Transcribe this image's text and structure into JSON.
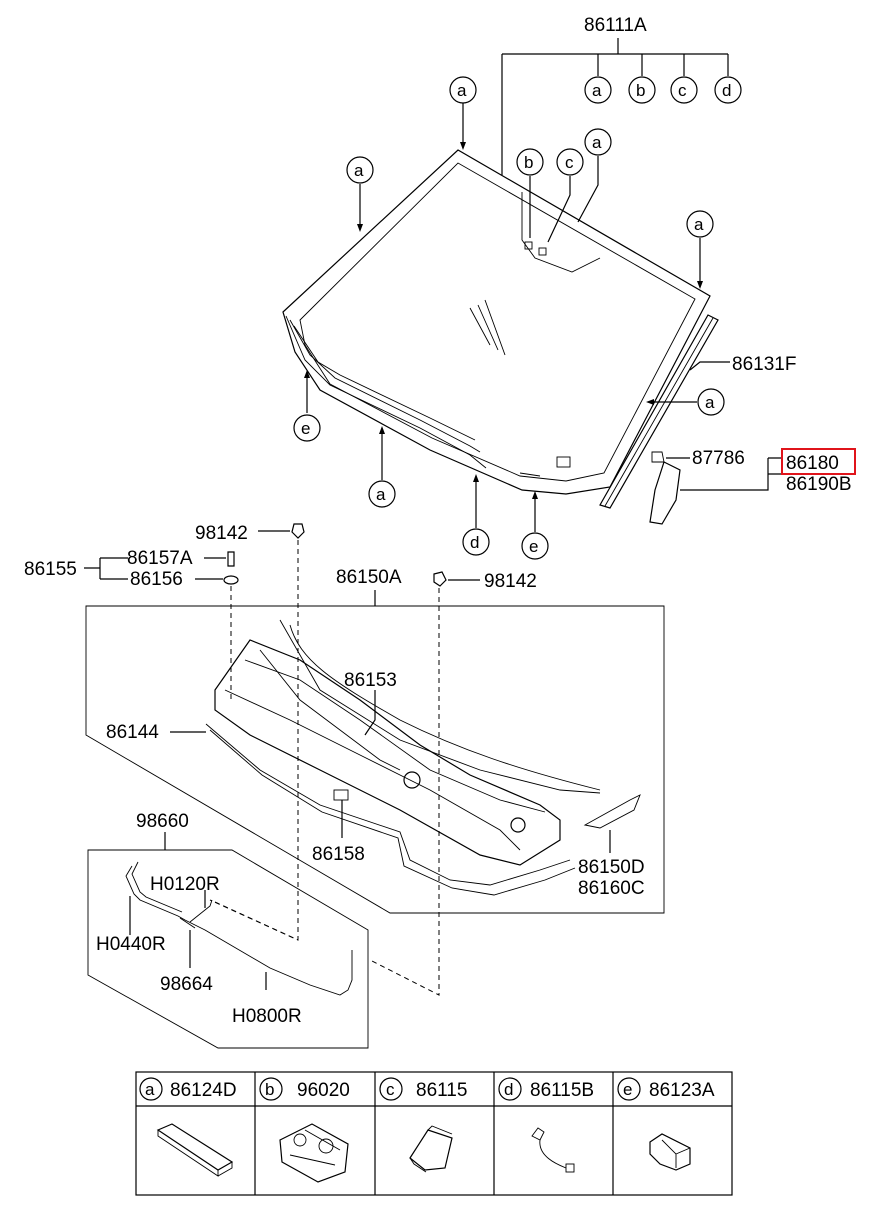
{
  "parts": {
    "p86111A": "86111A",
    "p86131F": "86131F",
    "p87786": "87786",
    "p86180": "86180",
    "p86190B": "86190B",
    "p98142a": "98142",
    "p98142b": "98142",
    "p86155": "86155",
    "p86157A": "86157A",
    "p86156": "86156",
    "p86150A": "86150A",
    "p86153": "86153",
    "p86144": "86144",
    "p86158": "86158",
    "p86150D": "86150D",
    "p86160C": "86160C",
    "p98660": "98660",
    "pH0120R": "H0120R",
    "pH0440R": "H0440R",
    "p98664": "98664",
    "pH0800R": "H0800R"
  },
  "callouts": {
    "a": "a",
    "b": "b",
    "c": "c",
    "d": "d",
    "e": "e"
  },
  "legend": [
    {
      "letter": "a",
      "part": "86124D"
    },
    {
      "letter": "b",
      "part": "96020"
    },
    {
      "letter": "c",
      "part": "86115"
    },
    {
      "letter": "d",
      "part": "86115B"
    },
    {
      "letter": "e",
      "part": "86123A"
    }
  ],
  "highlight_color": "#e0141b"
}
